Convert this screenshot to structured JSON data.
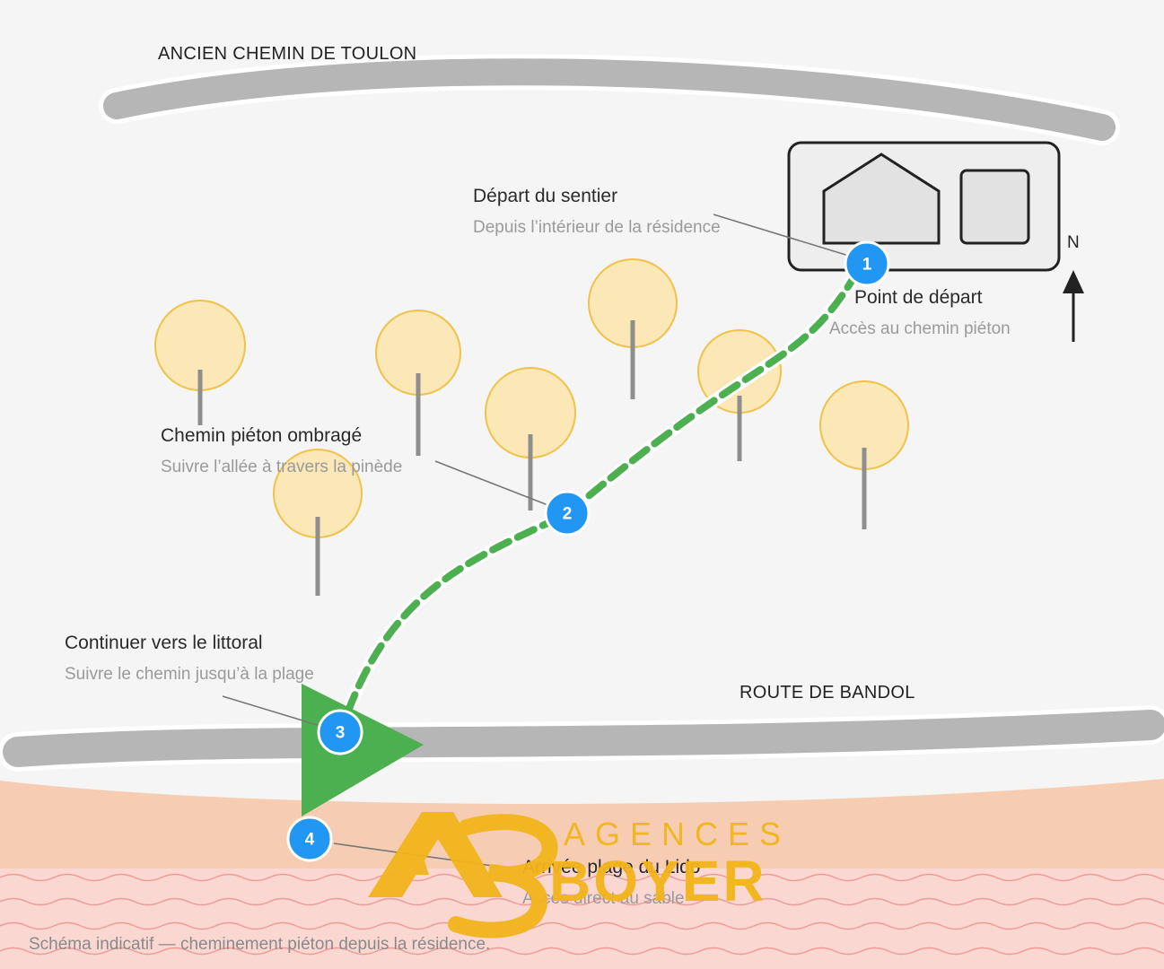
{
  "roads": {
    "north": "ANCIEN CHEMIN DE TOULON",
    "south": "ROUTE DE BANDOL"
  },
  "compass": "N",
  "steps": [
    {
      "number": "1",
      "title": "Départ du sentier",
      "subtitle": "Depuis l’intérieur de la résidence"
    },
    {
      "number": "2",
      "title": "Chemin piéton ombragé",
      "subtitle": "Suivre l’allée à travers la pinède"
    },
    {
      "number": "3",
      "title": "Continuer vers le littoral",
      "subtitle": "Suivre le chemin jusqu’à la plage"
    },
    {
      "number": "4",
      "title": "Arrivée plage du Lido",
      "subtitle": "Accès direct au sable"
    }
  ],
  "start_label": {
    "title": "Point de départ",
    "subtitle": "Accès au chemin piéton"
  },
  "footnote": "Schéma indicatif — cheminement piéton depuis la résidence.",
  "logo": {
    "letters": "AB",
    "top": "AGENCES",
    "main": "BOYER"
  },
  "colors": {
    "path": "#4caf50",
    "marker": "#2196f3",
    "tree": "#fce5b0",
    "tree_stroke": "#f0c14b",
    "sand": "#f6cdb2",
    "sea": "#fbd7d2",
    "road": "#b6b6b6",
    "brand": "#f2b51b"
  }
}
